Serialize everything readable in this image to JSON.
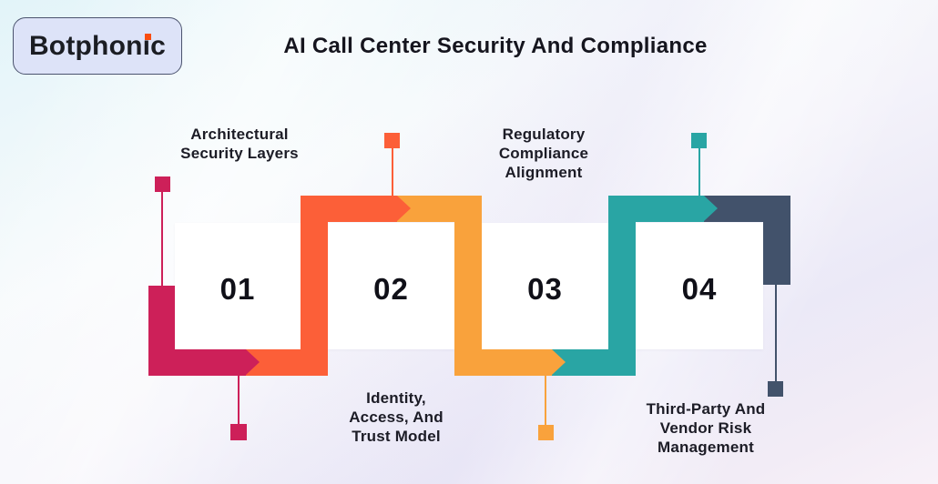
{
  "logo": {
    "text": "Botphonic",
    "text_before_dot_i": "Botphon",
    "dotless_i": "ı",
    "text_after_i": "c"
  },
  "page": {
    "title": "AI Call Center Security And Compliance"
  },
  "diagram": {
    "steps": [
      {
        "number": "01",
        "label": "Architectural Security Layers",
        "label_lines": [
          "Architectural",
          "Security Layers"
        ],
        "label_position": "top",
        "color": "#cd2059"
      },
      {
        "number": "02",
        "label": "Identity, Access, And Trust Model",
        "label_lines": [
          "Identity,",
          "Access, And",
          "Trust Model"
        ],
        "label_position": "bottom",
        "color": "#fc5f38"
      },
      {
        "number": "03",
        "label": "Regulatory Compliance Alignment",
        "label_lines": [
          "Regulatory",
          "Compliance",
          "Alignment"
        ],
        "label_position": "top",
        "color": "#f9a23c"
      },
      {
        "number": "04",
        "label": "Third-Party And Vendor Risk Management",
        "label_lines": [
          "Third-Party And",
          "Vendor Risk",
          "Management"
        ],
        "label_position": "bottom",
        "color": "#29a5a4"
      }
    ],
    "end_cap_color": "#42526b"
  },
  "palette": {
    "step1": "#cd2059",
    "step2": "#fc5f38",
    "step3": "#f9a23c",
    "step4": "#29a5a4",
    "end": "#42526b",
    "accent": "#f94d10",
    "logo_bg": "#dde3f8",
    "logo_border": "#4b536e"
  }
}
